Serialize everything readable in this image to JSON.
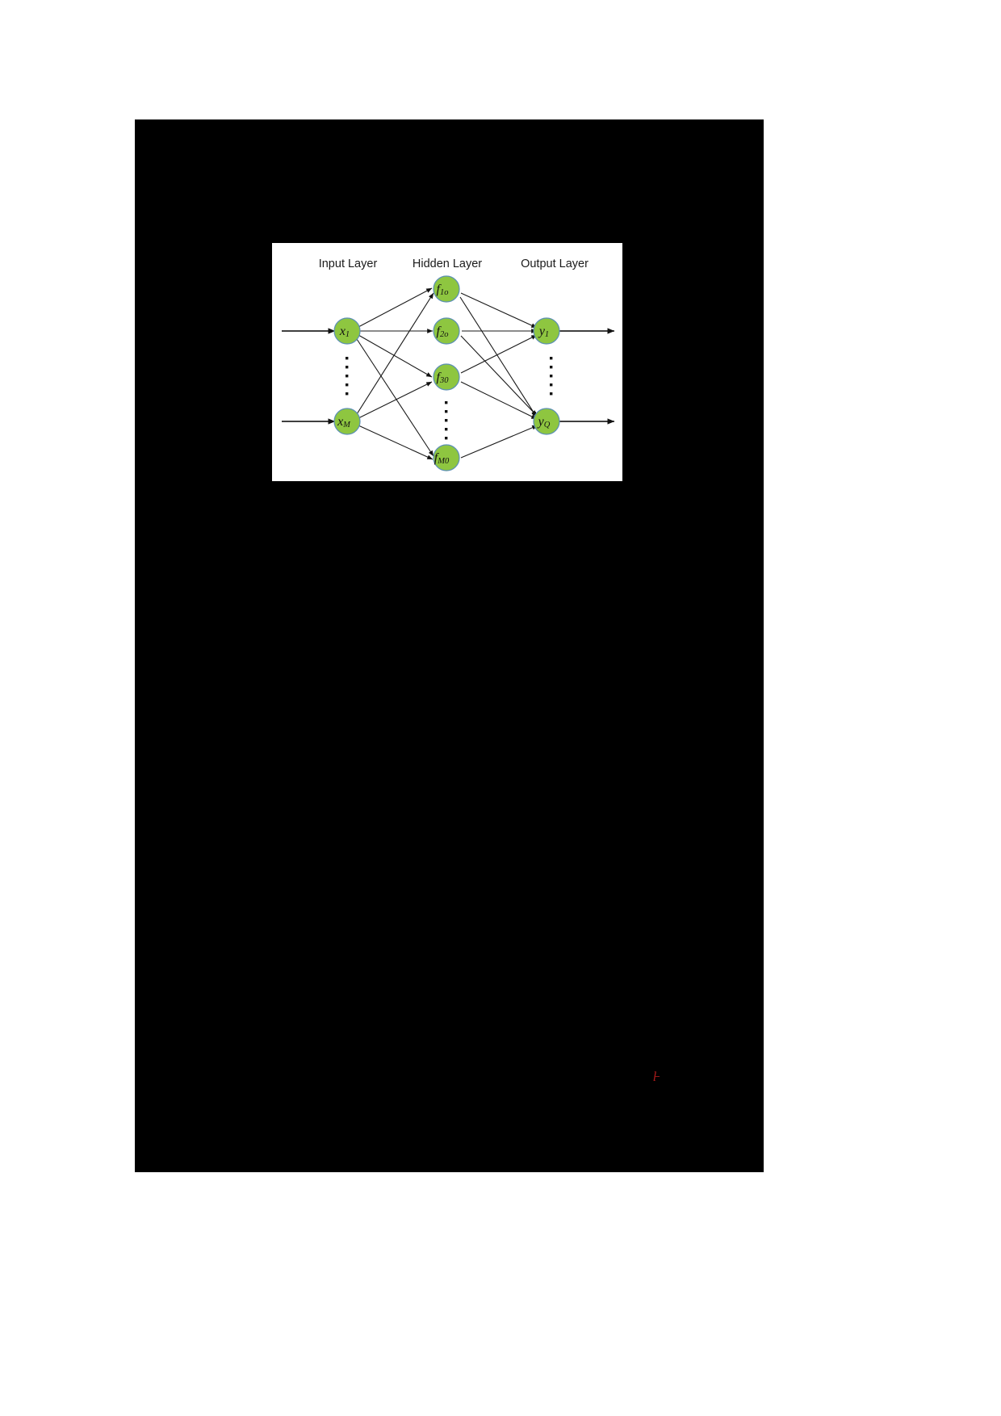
{
  "page": {
    "background_color": "#ffffff",
    "redaction_color": "#000000",
    "artifact_mark": "l̵"
  },
  "figure": {
    "panel_background": "#ffffff",
    "node_fill": "#8ec640",
    "node_stroke": "#5b8fb5",
    "edge_color": "#1a1a1a",
    "layer_labels": [
      {
        "id": "input-layer-label",
        "text": "Input Layer"
      },
      {
        "id": "hidden-layer-label",
        "text": "Hidden Layer"
      },
      {
        "id": "output-layer-label",
        "text": "Output Layer"
      }
    ],
    "input_nodes": [
      {
        "id": "node-x1",
        "main": "x",
        "sub": "1"
      },
      {
        "id": "node-xM",
        "main": "x",
        "sub": "M"
      }
    ],
    "hidden_nodes": [
      {
        "id": "node-f1o",
        "main": "f",
        "sub": "1o"
      },
      {
        "id": "node-f2o",
        "main": "f",
        "sub": "2o"
      },
      {
        "id": "node-f3o",
        "main": "f",
        "sub": "30"
      },
      {
        "id": "node-fM0",
        "main": "f",
        "sub": "M0"
      }
    ],
    "output_nodes": [
      {
        "id": "node-y1",
        "main": "y",
        "sub": "1"
      },
      {
        "id": "node-yQ",
        "main": "y",
        "sub": "Q"
      }
    ],
    "vertical_ellipses": [
      {
        "id": "ellipsis-input",
        "dots": 5
      },
      {
        "id": "ellipsis-hidden",
        "dots": 5
      },
      {
        "id": "ellipsis-output",
        "dots": 5
      }
    ]
  }
}
